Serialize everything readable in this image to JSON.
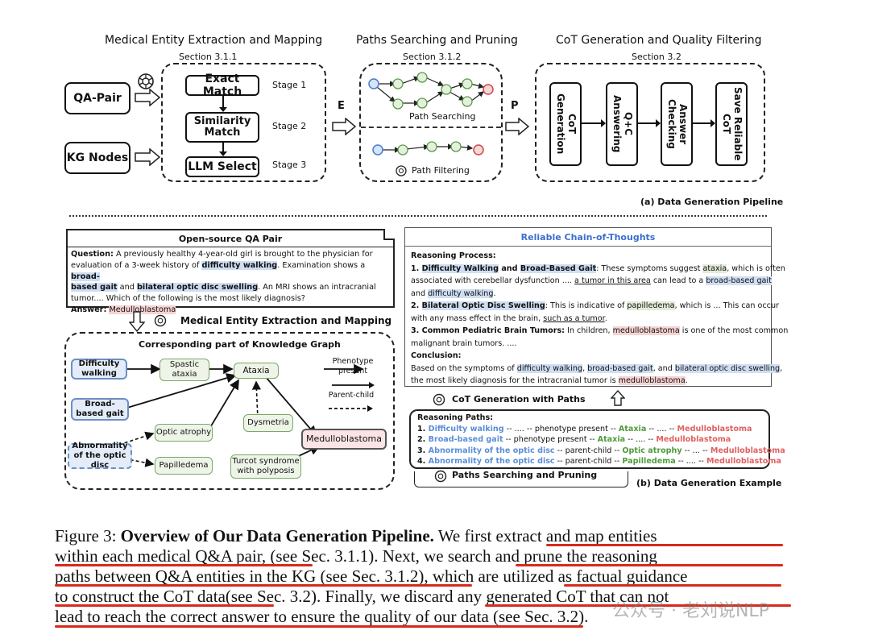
{
  "pipeline": {
    "header_extraction": "Medical Entity Extraction and Mapping",
    "header_paths": "Paths Searching and Pruning",
    "header_cot": "CoT Generation and Quality Filtering",
    "section_311": "Section 3.1.1",
    "section_312": "Section 3.1.2",
    "section_32": "Section  3.2",
    "qa_pair": "QA-Pair",
    "kg_nodes": "KG Nodes",
    "exact_match": "Exact Match",
    "similarity_match": "Similarity Match",
    "llm_select": "LLM Select",
    "stage1": "Stage 1",
    "stage2": "Stage 2",
    "stage3": "Stage 3",
    "arrow_e": "E",
    "arrow_p": "P",
    "path_searching": "Path Searching",
    "path_filtering": "Path Filtering",
    "cot_generation": "CoT Generation",
    "qc_answering": "Q+C Answering",
    "answer_checking": "Answer Checking",
    "save_reliable": "Save Reliable CoT",
    "caption_a": "(a) Data Generation Pipeline"
  },
  "qa": {
    "title": "Open-source QA Pair",
    "question_label": "Question:",
    "q1": "A previously healthy 4-year-old girl is brought to the physician for",
    "q2a": "evaluation of a 3-week history of ",
    "q2b": "difficulty walking",
    "q2c": ". Examination shows a ",
    "q2d": "broad-",
    "q3a": "based gait",
    "q3b": " and ",
    "q3c": "bilateral optic disc swelling",
    "q3d": ". An MRI shows an intracranial",
    "q4": "tumor.... Which of the following is the most likely diagnosis?",
    "answer_label": "Answer:",
    "answer": "Medulloblastoma"
  },
  "kg": {
    "extraction_label": "Medical Entity Extraction and Mapping",
    "title": "Corresponding part of Knowledge Graph",
    "difficulty_walking": "Difficulty walking",
    "broad_based_gait": "Broad-based gait",
    "abnormality": "Abnormality of the optic disc",
    "spastic_ataxia": "Spastic ataxia",
    "ataxia": "Ataxia",
    "optic_atrophy": "Optic atrophy",
    "dysmetria": "Dysmetria",
    "papilledema": "Papilledema",
    "turcot": "Turcot syndrome with polyposis",
    "medulloblastoma": "Medulloblastoma",
    "legend_phenotype": "Phenotype present",
    "legend_parent": "Parent-child"
  },
  "cot": {
    "title": "Reliable Chain-of-Thoughts",
    "reasoning_label": "Reasoning Process:",
    "l1a": "1. ",
    "l1b": "Difficulty Walking",
    "l1c": " and ",
    "l1d": "Broad-Based Gait",
    "l1e": ": These symptoms suggest ",
    "l1f": "ataxia",
    "l1g": ", which is often",
    "l2a": "associated with cerebellar dysfunction .... ",
    "l2b": "a tumor in this area",
    "l2c": " can lead to a ",
    "l2d": "broad-based gait",
    "l3a": "and ",
    "l3b": "difficulty walking",
    "l3c": ".",
    "l4a": "2. ",
    "l4b": "Bilateral Optic Disc Swelling",
    "l4c": ": This is indicative of ",
    "l4d": "papilledema",
    "l4e": ", which is ... This can occur",
    "l5a": "with any mass effect in the brain, ",
    "l5b": "such as a tumor",
    "l5c": ".",
    "l6a": "3. Common Pediatric Brain Tumors:",
    "l6b": " In children, ",
    "l6c": "medulloblastoma",
    "l6d": " is one of the most common",
    "l7": "malignant brain tumors. ....",
    "conclusion_label": "Conclusion:",
    "c1a": "Based on the symptoms of ",
    "c1b": "difficulty walking",
    "c1c": ", ",
    "c1d": "broad-based gait",
    "c1e": ", and ",
    "c1f": "bilateral optic disc swelling",
    "c1g": ",",
    "c2a": "the most likely diagnosis for the intracranial tumor is ",
    "c2b": "medulloblastoma",
    "c2c": ".",
    "gen_label": "CoT Generation with Paths"
  },
  "paths": {
    "title": "Reasoning Paths:",
    "p1": [
      "1. ",
      "Difficulty walking",
      " -- .... -- phenotype present -- ",
      "Ataxia",
      " -- .... -- ",
      "Medulloblastoma"
    ],
    "p2": [
      "2. ",
      "Broad-based gait",
      " -- phenotype present -- ",
      "Ataxia",
      " -- .... -- ",
      "Medulloblastoma"
    ],
    "p3": [
      "3. ",
      "Abnormality of the optic disc",
      " -- parent-child -- ",
      "Optic atrophy",
      " -- ... -- ",
      "Medulloblastoma"
    ],
    "p4": [
      "4. ",
      "Abnormality of the optic disc",
      " -- parent-child -- ",
      "Papilledema",
      " -- .... -- ",
      "Medulloblastoma"
    ],
    "search_label": "Paths Searching and Pruning",
    "caption_b": "(b) Data Generation Example"
  },
  "caption": {
    "line1_a": "Figure 3: ",
    "line1_b": "Overview of Our Data Generation Pipeline.",
    "line1_c": " We first extract and map entities",
    "line2": "within each medical Q&A pair, (see Sec. 3.1.1). Next, we search and prune the reasoning",
    "line3": "paths between Q&A entities in the KG (see Sec. 3.1.2), which are utilized as factual guidance",
    "line4": "to construct the CoT data(see Sec. 3.2). Finally, we discard any generated CoT that can not",
    "line5": "lead to reach the correct answer to ensure the quality of our data (see Sec. 3.2).",
    "watermark": "公众号 · 老刘说NLP"
  },
  "colors": {
    "blue_entity": "#5b8ed6",
    "green_entity": "#4e9a3c",
    "red_entity": "#e06060",
    "underline_red": "#d62a1c",
    "cot_title_blue": "#3d6fd0"
  }
}
